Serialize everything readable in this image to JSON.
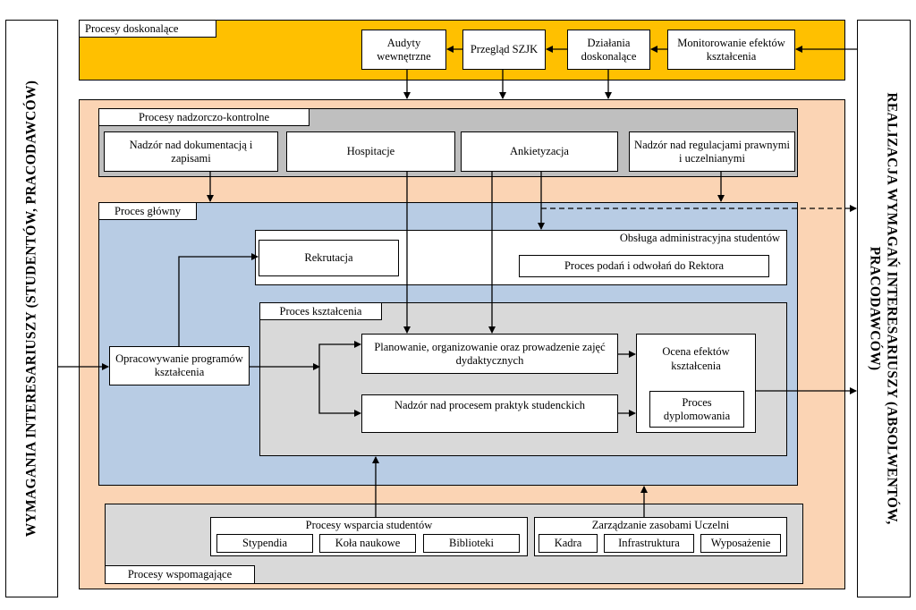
{
  "left_panel": {
    "text": "WYMAGANIA INTERESARIUSZY (STUDENTÓW, PRACODAWCÓW)"
  },
  "right_panel": {
    "line1": "REALIZACJA WYMAGAŃ INTERESARIUSZY (ABSOLWENTÓW,",
    "line2": "PRACODAWCÓW)"
  },
  "improvement": {
    "title": "Procesy doskonalące",
    "audyty": "Audyty wewnętrzne",
    "przeglad": "Przegląd SZJK",
    "dzialania": "Działania doskonalące",
    "monitorowanie": "Monitorowanie efektów kształcenia"
  },
  "supervisory": {
    "title": "Procesy nadzorczo-kontrolne",
    "nadzor_dok": "Nadzór nad dokumentacją i zapisami",
    "hospitacje": "Hospitacje",
    "ankietyzacja": "Ankietyzacja",
    "nadzor_reg": "Nadzór nad regulacjami prawnymi i uczelnianymi"
  },
  "main": {
    "title": "Proces główny",
    "obsluga": "Obsługa administracyjna studentów",
    "rekrutacja": "Rekrutacja",
    "podania": "Proces podań i odwołań do Rektora",
    "opracowywanie": "Opracowywanie programów kształcenia"
  },
  "education": {
    "title": "Proces kształcenia",
    "planowanie": "Planowanie, organizowanie oraz prowadzenie zajęć dydaktycznych",
    "nadzor_praktyk": "Nadzór nad procesem praktyk studenckich",
    "ocena": "Ocena efektów kształcenia",
    "dyplomowanie": "Proces dyplomowania"
  },
  "support": {
    "title": "Procesy wspomagające",
    "wsparcie": {
      "title": "Procesy wsparcia studentów",
      "items": [
        "Stypendia",
        "Koła naukowe",
        "Biblioteki"
      ]
    },
    "zasoby": {
      "title": "Zarządzanie zasobami Uczelni",
      "items": [
        "Kadra",
        "Infrastruktura",
        "Wyposażenie"
      ]
    }
  },
  "colors": {
    "improvement_bg": "#FFC000",
    "outer_bg": "#FBD4B4",
    "supervisory_bg": "#BFBFBF",
    "main_bg": "#B8CCE4",
    "inner_bg": "#D9D9D9"
  }
}
